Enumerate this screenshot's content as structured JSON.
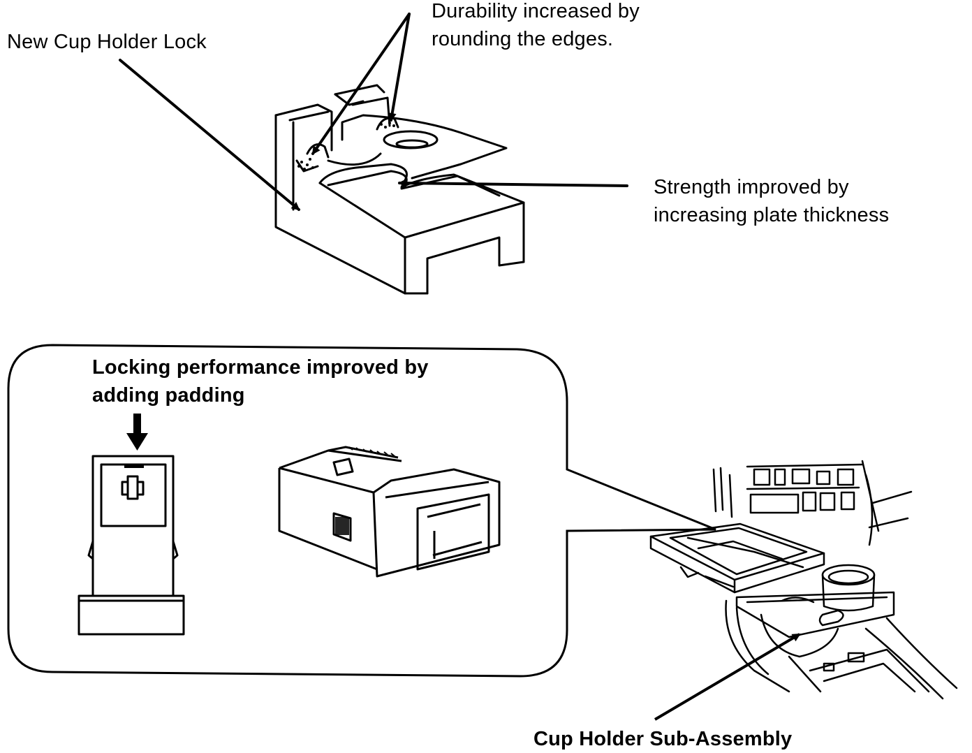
{
  "labels": {
    "new_lock": "New Cup Holder Lock",
    "durability_line1": "Durability increased by",
    "durability_line2": "rounding the edges.",
    "strength_line1": "Strength improved by",
    "strength_line2": "increasing plate thickness",
    "locking_line1": "Locking performance improved by",
    "locking_line2": "adding padding",
    "subassembly": "Cup Holder Sub-Assembly"
  },
  "colors": {
    "line": "#000000",
    "background": "#ffffff"
  }
}
